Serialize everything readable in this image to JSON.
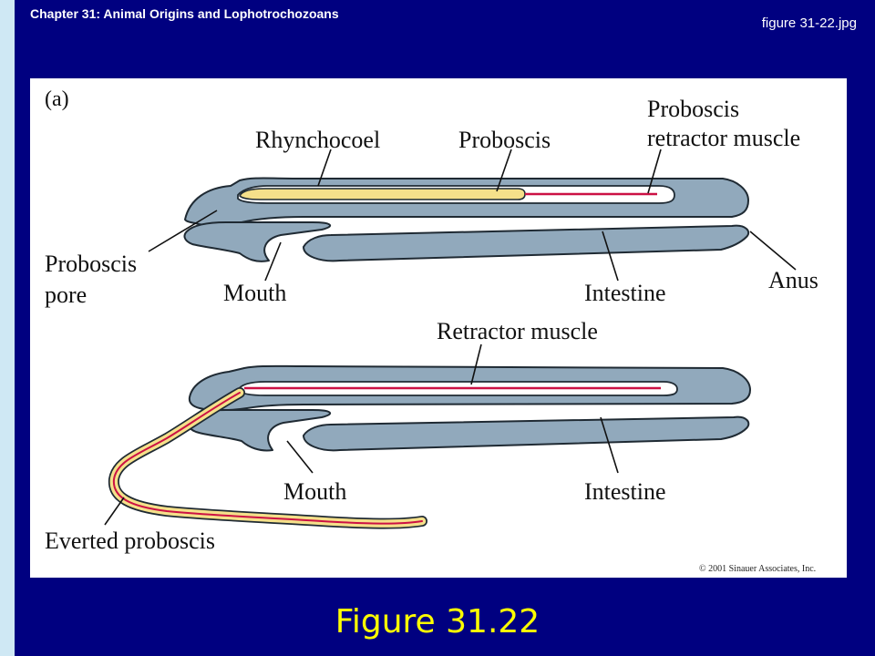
{
  "slide": {
    "chapter_title": "Chapter 31: Animal Origins and Lophotrochozoans",
    "file_name": "figure 31-22.jpg",
    "caption": "Figure 31.22"
  },
  "figure": {
    "panel_letter": "(a)",
    "labels": {
      "rhynchocoel": "Rhynchocoel",
      "proboscis": "Proboscis",
      "proboscis_retractor_line1": "Proboscis",
      "proboscis_retractor_line2": "retractor muscle",
      "proboscis_pore_line1": "Proboscis",
      "proboscis_pore_line2": "pore",
      "mouth_top": "Mouth",
      "intestine_top": "Intestine",
      "anus": "Anus",
      "retractor_muscle": "Retractor muscle",
      "mouth_bottom": "Mouth",
      "intestine_bottom": "Intestine",
      "everted_proboscis": "Everted proboscis"
    },
    "copyright": "© 2001 Sinauer Associates, Inc."
  },
  "colors": {
    "background": "#000080",
    "caption": "#ffff00",
    "body": "#91a9bc",
    "proboscis_fill": "#f5e08a",
    "retractor_muscle": "#cc1144"
  }
}
